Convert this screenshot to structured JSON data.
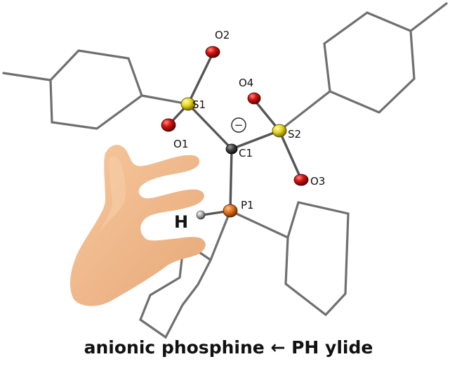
{
  "atoms": {
    "O2": "O2",
    "O4": "O4",
    "S1": "S1",
    "S2": "S2",
    "O1": "O1",
    "C1": "C1",
    "O3": "O3",
    "P1": "P1",
    "H": "H"
  },
  "charge_symbol": "−",
  "caption": {
    "left": "anionic phosphine",
    "arrow": "←",
    "right": "PH ylide"
  },
  "colors": {
    "oxygen": "#d21414",
    "sulfur": "#e6d41e",
    "phosphorus": "#e0701c",
    "carbon": "#3a3a3a",
    "bond": "#6f6f6f",
    "hand": "#f0b98a"
  }
}
